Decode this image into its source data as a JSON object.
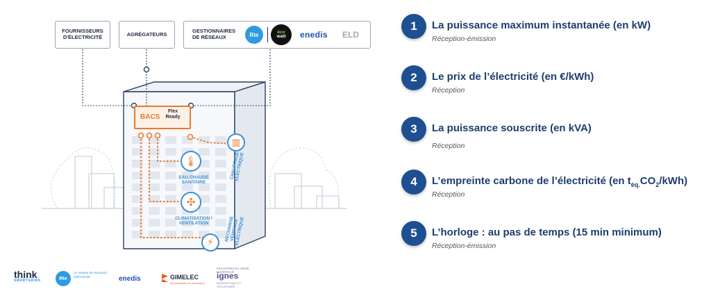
{
  "diagram": {
    "actors": {
      "fournisseurs": "FOURNISSEURS D'ÉLECTRICITÉ",
      "agregateurs": "AGRÉGATEURS",
      "gestionnaires": "GESTIONNAIRES DE RÉSEAUX"
    },
    "network_logos": {
      "rte": "Rte",
      "ecowatt_top": "éco",
      "ecowatt_bottom": "watt",
      "enedis": "enedis",
      "eld": "ELD"
    },
    "bacs": "BACS",
    "flex_ready": "Flex Ready",
    "equipment": {
      "eau_chaude": "EAU CHAUDE SANITAIRE",
      "climatisation": "CLIMATISATION / VENTILATION",
      "chauffage": "CHAUFFAGE ÉLECTRIQUE",
      "recharge": "RECHARGE VÉHICULE ÉLECTRIQUE"
    },
    "icons": {
      "eau_chaude": "thermometer-drop-icon",
      "climatisation": "fan-icon",
      "chauffage": "radiator-icon",
      "recharge": "ev-charger-icon"
    },
    "colors": {
      "accent": "#e9792a",
      "blue": "#3a8fd6",
      "navy": "#1d4f91"
    }
  },
  "items": [
    {
      "num": "1",
      "title": "La puissance maximum instantanée (en kW)",
      "sub": "Réception-émission"
    },
    {
      "num": "2",
      "title": "Le prix de l’électricité (en €/kWh)",
      "sub": "Réception"
    },
    {
      "num": "3",
      "title": "La puissance souscrite (en kVA)",
      "sub": "Réception"
    },
    {
      "num": "4",
      "title_pre": "L’empreinte carbone de l’électricité (en t",
      "title_sub": "éq.",
      "title_mid": "CO",
      "title_sub2": "2",
      "title_post": "/kWh)",
      "sub": "Réception"
    },
    {
      "num": "5",
      "title": "L’horloge : au pas de temps (15 min minimum)",
      "sub": "Réception-émission"
    }
  ],
  "partners": {
    "think": "think",
    "think_sub": "SMARTGRIDS",
    "rte": "Rte",
    "rte_text": "Le réseau de transport d'électricité",
    "enedis": "enedis",
    "gimelec": "GIMELEC",
    "gimelec_sub": "les industriels du numérique",
    "ignes_top": "INDUSTRIES DU GÉNIE NUMÉRIQUE",
    "ignes": "ignes",
    "ignes_sub": "ÉNERGÉTIQUE ET SÉCURITAIRE"
  }
}
